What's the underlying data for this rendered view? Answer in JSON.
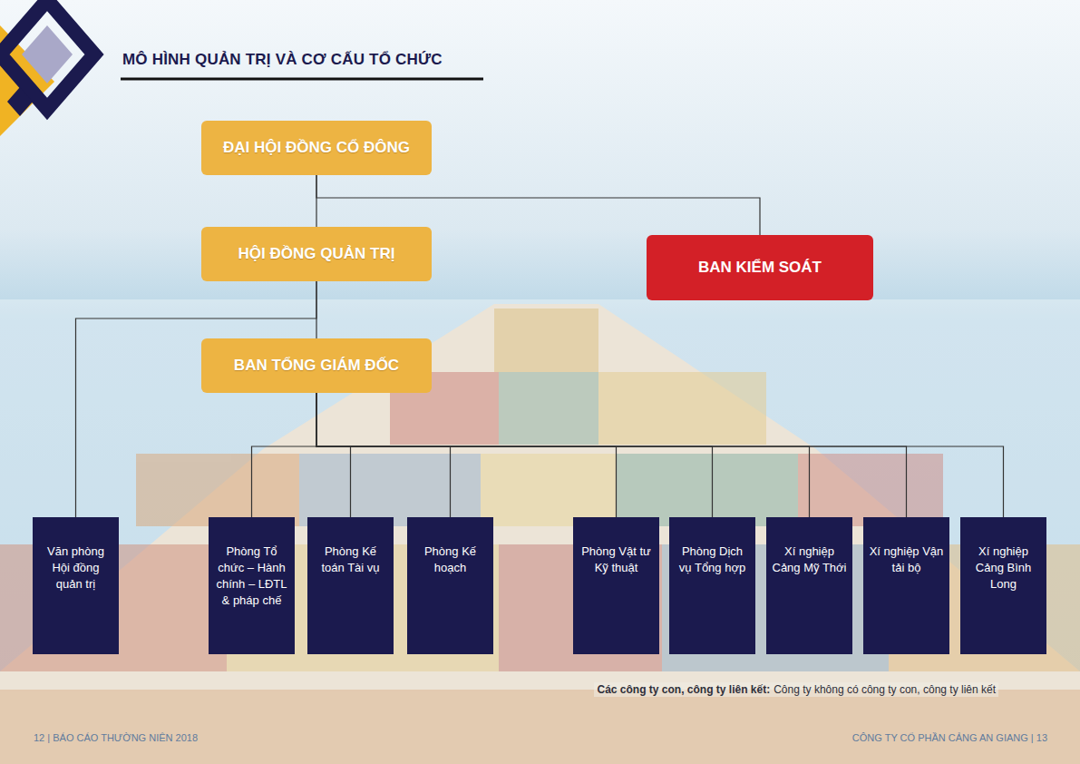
{
  "diagram": {
    "title": "MÔ HÌNH QUẢN TRỊ VÀ CƠ CẤU TỔ CHỨC",
    "nodes": [
      {
        "text": [
          "ĐẠI HỘI ĐỒNG CỔ ĐÔNG"
        ]
      },
      {
        "text": [
          "HỘI ĐỒNG QUẢN TRỊ"
        ]
      },
      {
        "text": [
          "BAN KIỂM SOÁT"
        ]
      },
      {
        "text": [
          "BAN TỔNG GIÁM ĐỐC"
        ]
      },
      {
        "text": [
          "Văn phòng Hội đồng quản trị"
        ]
      },
      {
        "text": [
          "Phòng Tổ chức – Hành chính – LĐTL & pháp chế"
        ]
      },
      {
        "text": [
          "Phòng Kế toán Tài vụ"
        ]
      },
      {
        "text": [
          "Phòng Kế hoạch"
        ]
      },
      {
        "text": [
          "Phòng Vật tư Kỹ thuật"
        ]
      },
      {
        "text": [
          "Phòng Dịch vụ Tổng hợp"
        ]
      },
      {
        "text": [
          "Xí nghiệp Cảng Mỹ Thới"
        ]
      },
      {
        "text": [
          "Xí nghiệp Vận tải bộ"
        ]
      },
      {
        "text": [
          "Xí nghiệp Cảng Bình Long"
        ]
      }
    ],
    "edges": [
      {
        "from": 0,
        "to": 1,
        "arrow": "none"
      },
      {
        "from": 0,
        "to": 2,
        "arrow": "none"
      },
      {
        "from": 1,
        "to": 3,
        "arrow": "none"
      },
      {
        "from": 1,
        "to": 4,
        "arrow": "none"
      },
      {
        "from": 3,
        "to": 5,
        "arrow": "none"
      },
      {
        "from": 3,
        "to": 6,
        "arrow": "none"
      },
      {
        "from": 3,
        "to": 7,
        "arrow": "none"
      },
      {
        "from": 3,
        "to": 8,
        "arrow": "none"
      },
      {
        "from": 3,
        "to": 9,
        "arrow": "none"
      },
      {
        "from": 3,
        "to": 10,
        "arrow": "none"
      },
      {
        "from": 3,
        "to": 11,
        "arrow": "none"
      },
      {
        "from": 3,
        "to": 12,
        "arrow": "none"
      }
    ],
    "labels": [
      "Các công ty con, công ty liên kết:",
      "Công ty không có công ty con, công ty liên kết",
      "12 | BÁO CÁO THƯỜNG NIÊN 2018",
      "CÔNG TY CỔ PHẦN CẢNG AN GIANG | 13"
    ]
  }
}
